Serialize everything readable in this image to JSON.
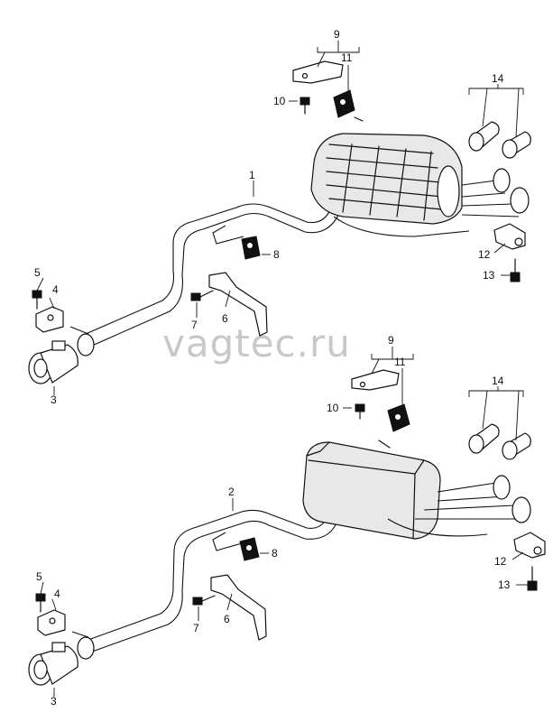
{
  "watermark": "vagtec.ru",
  "callouts": {
    "top": {
      "n1": "1",
      "n3": "3",
      "n4": "4",
      "n5": "5",
      "n6": "6",
      "n7": "7",
      "n8": "8",
      "n9": "9",
      "n10": "10",
      "n11": "11",
      "n12": "12",
      "n13": "13",
      "n14": "14"
    },
    "bottom": {
      "n2": "2",
      "n3": "3",
      "n4": "4",
      "n5": "5",
      "n6": "6",
      "n7": "7",
      "n8": "8",
      "n9": "9",
      "n10": "10",
      "n11": "11",
      "n12": "12",
      "n13": "13",
      "n14": "14"
    }
  },
  "icons": {
    "muffler": "rear-silencer",
    "clamp": "pipe-clamp",
    "hanger": "rubber-mount",
    "bolt": "hex-bolt",
    "tip": "tailpipe-trim"
  }
}
